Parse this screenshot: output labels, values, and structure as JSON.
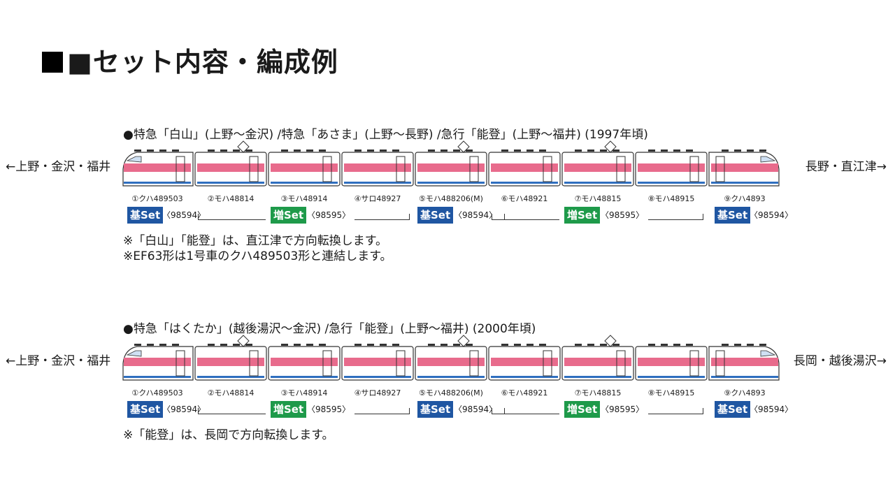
{
  "title": "■セット内容・編成例",
  "colors": {
    "stripe": "#e86b8c",
    "blue_line": "#2f6fbf",
    "kiset_badge": "#1f56a2",
    "zoset_badge": "#1e9a4a",
    "car_body": "#ffffff",
    "outline": "#333333"
  },
  "formations": [
    {
      "heading": "●特急「白山」(上野〜金沢) /特急「あさま」(上野〜長野) /急行「能登」(上野〜福井) (1997年頃)",
      "left_direction": "←上野・金沢・福井",
      "right_direction": "長野・直江津→",
      "cars": [
        {
          "label": "①クハ489503"
        },
        {
          "label": "②モハ48814"
        },
        {
          "label": "③モハ48914"
        },
        {
          "label": "④サロ48927"
        },
        {
          "label": "⑤モハ488206(M)"
        },
        {
          "label": "⑥モハ48921"
        },
        {
          "label": "⑦モハ48815"
        },
        {
          "label": "⑧モハ48915"
        },
        {
          "label": "⑨クハ4893"
        }
      ],
      "sets": [
        {
          "type": "基Set",
          "product": "〈98594〉"
        },
        {
          "type": "増Set",
          "product": "〈98595〉"
        },
        {
          "type": "基Set",
          "product": "〈98594〉"
        },
        {
          "type": "増Set",
          "product": "〈98595〉"
        },
        {
          "type": "基Set",
          "product": "〈98594〉"
        }
      ],
      "notes": [
        "※「白山」「能登」は、直江津で方向転換します。",
        "※EF63形は1号車のクハ489503形と連結します。"
      ]
    },
    {
      "heading": "●特急「はくたか」(越後湯沢〜金沢) /急行「能登」(上野〜福井) (2000年頃)",
      "left_direction": "←上野・金沢・福井",
      "right_direction": "長岡・越後湯沢→",
      "cars": [
        {
          "label": "①クハ489503"
        },
        {
          "label": "②モハ48814"
        },
        {
          "label": "③モハ48914"
        },
        {
          "label": "④サロ48927"
        },
        {
          "label": "⑤モハ488206(M)"
        },
        {
          "label": "⑥モハ48921"
        },
        {
          "label": "⑦モハ48815"
        },
        {
          "label": "⑧モハ48915"
        },
        {
          "label": "⑨クハ4893"
        }
      ],
      "sets": [
        {
          "type": "基Set",
          "product": "〈98594〉"
        },
        {
          "type": "増Set",
          "product": "〈98595〉"
        },
        {
          "type": "基Set",
          "product": "〈98594〉"
        },
        {
          "type": "増Set",
          "product": "〈98595〉"
        },
        {
          "type": "基Set",
          "product": "〈98594〉"
        }
      ],
      "notes": [
        "※「能登」は、長岡で方向転換します。"
      ]
    }
  ]
}
